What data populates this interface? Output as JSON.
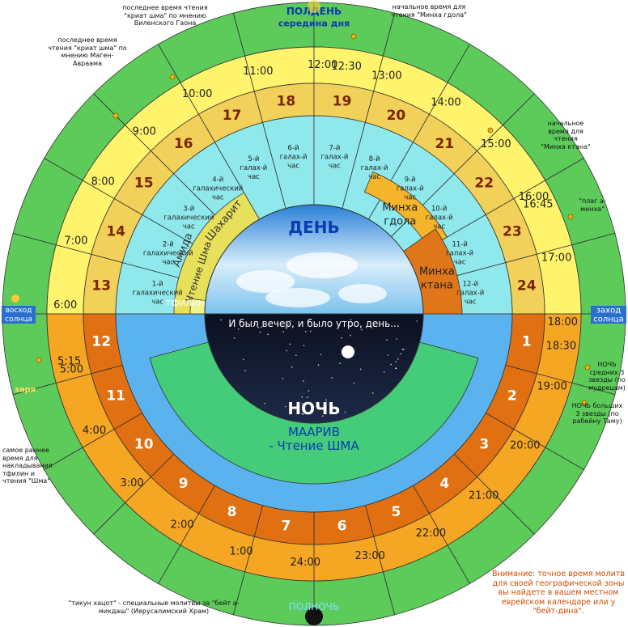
{
  "colors": {
    "outer_green": "#5ccb5a",
    "day_yellow": "#fff46b",
    "day_gold": "#f2d15a",
    "night_orange": "#f5a623",
    "night_dark": "#e07012",
    "sky_day": "#8fe9ec",
    "sky_night": "#5ab3ee",
    "maariv_green": "#44cc7a",
    "mincha_big": "#f4b52a",
    "mincha_small": "#e0761a",
    "amida": "#e6e05a",
    "number_text": "#7a2400",
    "night_number_text": "#ffffff",
    "label_blue": "#0a3bb0"
  },
  "center": {
    "day_label": "ДЕНЬ",
    "night_label": "НОЧЬ",
    "verse": "И был вечер, и было утро, день..."
  },
  "day_hours": [
    {
      "n": "13",
      "time": "6:00",
      "sub": "1-й галахический час"
    },
    {
      "n": "14",
      "time": "7:00",
      "sub": "2-й галахический час"
    },
    {
      "n": "15",
      "time": "8:00",
      "sub": "3-й галахический час"
    },
    {
      "n": "16",
      "time": "9:00",
      "sub": "4-й галахический час"
    },
    {
      "n": "17",
      "time": "10:00",
      "sub": "5-й галах-й час"
    },
    {
      "n": "18",
      "time": "11:00",
      "sub": "6-й галах-й час"
    },
    {
      "n": "19",
      "time": "12:00",
      "sub": "7-й галах-й час"
    },
    {
      "n": "20",
      "time": "13:00",
      "sub": "8-й галах-й час"
    },
    {
      "n": "21",
      "time": "14:00",
      "sub": "9-й галах-й час"
    },
    {
      "n": "22",
      "time": "15:00",
      "sub": "10-й галах-й час"
    },
    {
      "n": "23",
      "time": "16:00",
      "sub": "11-й галах-й час"
    },
    {
      "n": "24",
      "time": "17:00",
      "sub": "12-й галах-й час"
    }
  ],
  "night_hours": [
    {
      "n": "1",
      "time": "18:00"
    },
    {
      "n": "2",
      "time": "19:00"
    },
    {
      "n": "3",
      "time": "20:00"
    },
    {
      "n": "4",
      "time": "21:00"
    },
    {
      "n": "5",
      "time": "22:00"
    },
    {
      "n": "6",
      "time": "23:00"
    },
    {
      "n": "7",
      "time": "24:00"
    },
    {
      "n": "8",
      "time": "1:00"
    },
    {
      "n": "9",
      "time": "2:00"
    },
    {
      "n": "10",
      "time": "3:00"
    },
    {
      "n": "11",
      "time": "4:00"
    },
    {
      "n": "12",
      "time": "5:00"
    }
  ],
  "extra_times": {
    "t1230": "12:30",
    "t1645": "16:45",
    "t1830": "18:30",
    "t515": "5:15"
  },
  "prayers": {
    "mincha_gdola": "Минха гдола",
    "mincha_ktana": "Минха ктана",
    "amida": "Амида",
    "shacharit": "Шахарит",
    "shma": "Чтение Шма",
    "tfilin": "тфилин",
    "maariv_1": "МААРИВ",
    "maariv_2": "- Чтение ШМА"
  },
  "markers": {
    "noon_1": "ПОЛДЕНЬ",
    "noon_2": "середина дня",
    "midnight": "ПОЛНОЧЬ",
    "sunrise_1": "восход",
    "sunrise_2": "солнца",
    "sunset_1": "заход",
    "sunset_2": "солнца",
    "dawn": "заря"
  },
  "annotations": {
    "gra": "последнее время чтения \"криат шма\" по мнению Виленского Гаона",
    "magen": "последнее время чтения \"криат шма\" по мнению Маген-Авраама",
    "mincha_gdola_start": "начальное время для чтения \"Минха гдола\"",
    "mincha_ktana_start": "начальное время для чтения \"Минха ктана\"",
    "plag": "\"плаг а-минха\"",
    "night_mid": "НОЧЬ средних 3 звезды (по мудрецам)",
    "night_big": "НОЧЬ больших 3 звезды (по рабейну Таму)",
    "earliest": "самое раннее время для накладывания тфилин и чтения \"Шма\"",
    "tikun": "\"тикун хацот\" - специальные молитвы за \"бейт а-микдаш\" (Иерусалимский Храм)"
  },
  "warning": "Внимание: точное время молитв для своей географической зоны вы найдете в вашем местном еврейском календаре или у \"бейт-дина\"."
}
